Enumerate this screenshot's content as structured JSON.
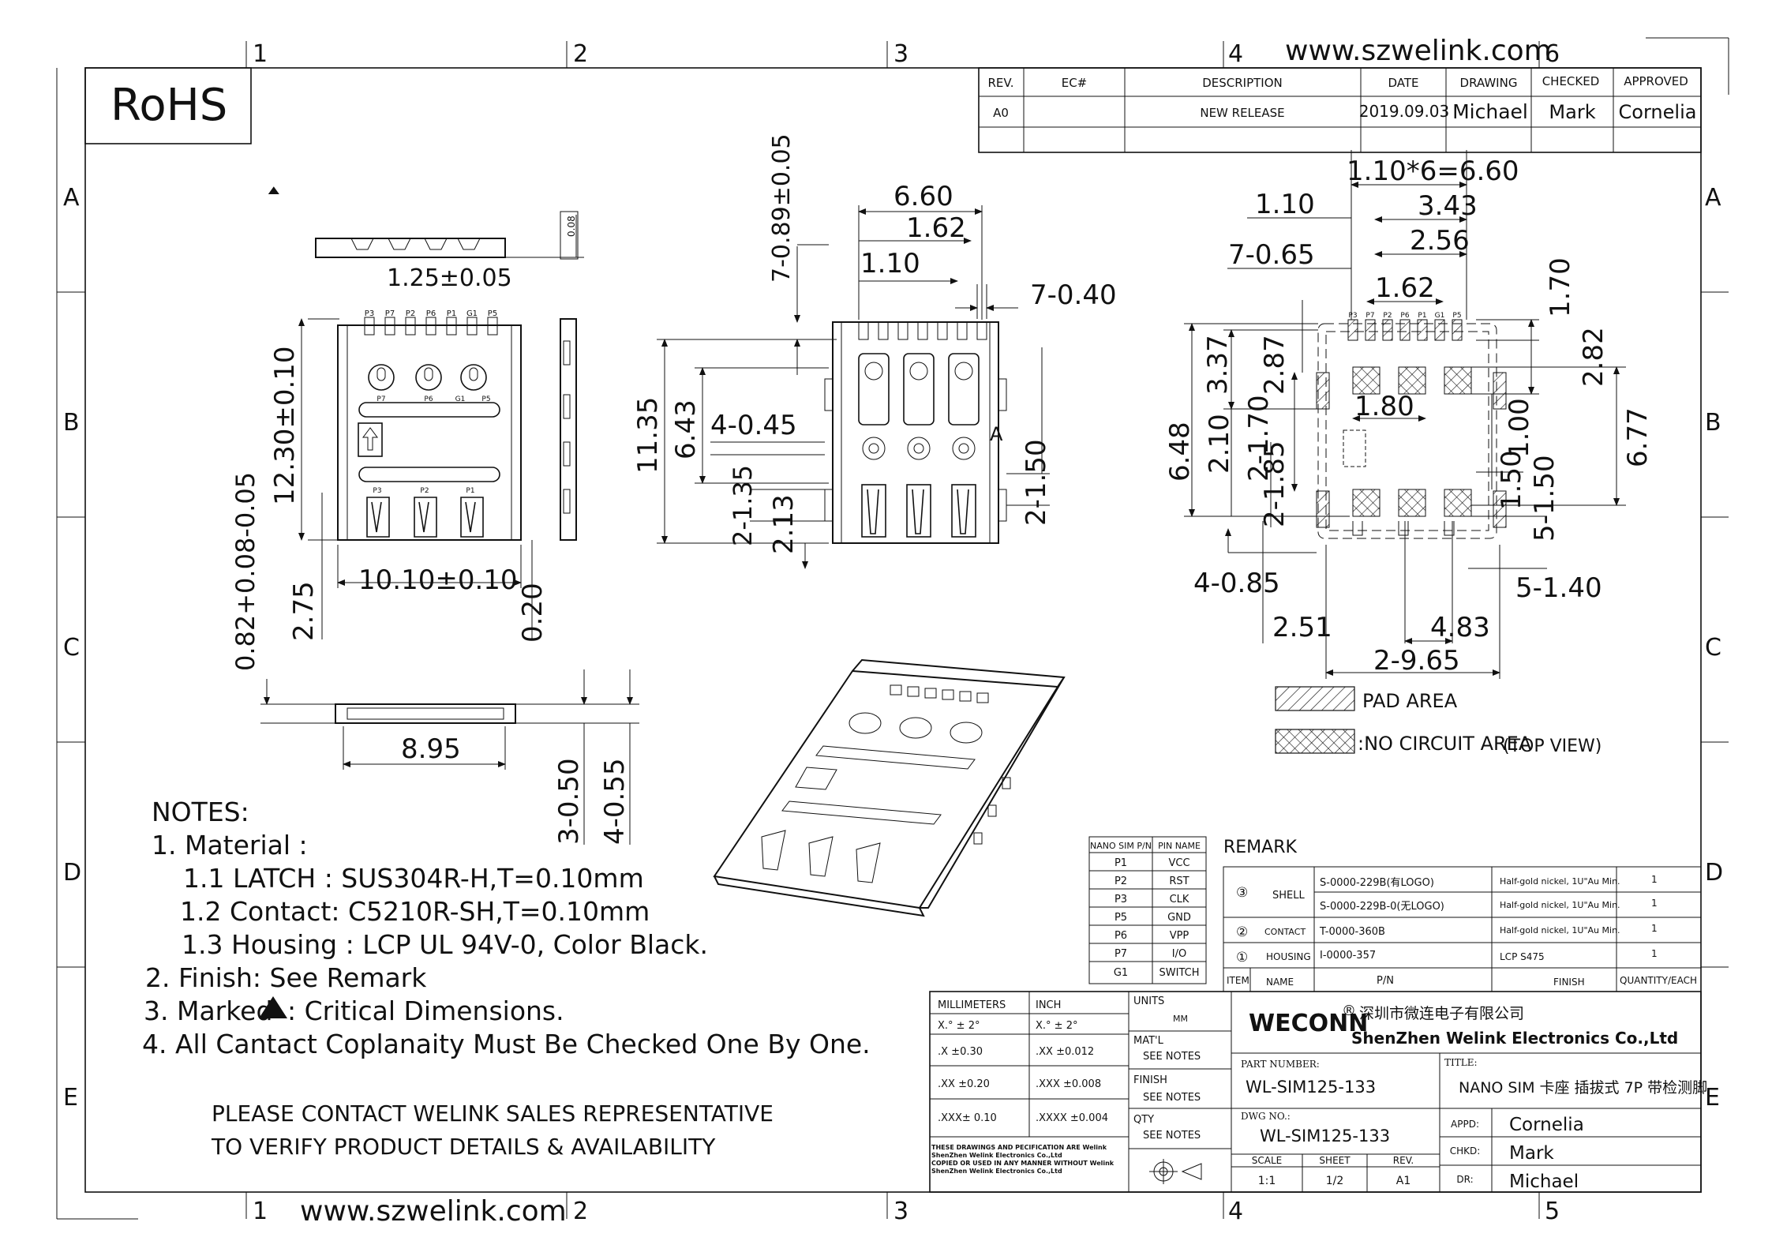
{
  "website": "www.szwelink.com",
  "rohs": "RoHS",
  "border": {
    "columns": [
      "1",
      "2",
      "3",
      "4",
      "5",
      "6"
    ],
    "rows": [
      "A",
      "B",
      "C",
      "D",
      "E"
    ]
  },
  "revision_block": {
    "headers": [
      "REV.",
      "EC#",
      "DESCRIPTION",
      "DATE",
      "DRAWING",
      "CHECKED",
      "APPROVED"
    ],
    "rows": [
      [
        "A0",
        "",
        "NEW RELEASE",
        "2019.09.03",
        "Michael",
        "Mark",
        "Cornelia"
      ]
    ]
  },
  "dimensions": {
    "top_strip": [
      "1.25±0.05",
      "0.08"
    ],
    "top_view": [
      "12.30±0.10",
      "10.10±0.10",
      "2.75",
      "0.20",
      "0.82+0.08-0.05"
    ],
    "top_view_pins": [
      "P3",
      "P7",
      "P2",
      "P6",
      "P1",
      "G1",
      "P5"
    ],
    "top_view_pins_mid": [
      "P7",
      "P6",
      "G1",
      "P5"
    ],
    "top_view_pins_low": [
      "P3",
      "P2",
      "P1"
    ],
    "side_view": [
      "8.95",
      "3-0.50",
      "4-0.55"
    ],
    "bottom_view": [
      "6.60",
      "1.62",
      "1.10",
      "7-0.40",
      "7-0.89±0.05",
      "11.35",
      "6.43",
      "4-0.45",
      "2-1.35",
      "2.13",
      "2-1.50"
    ],
    "bottom_view_mark": "A",
    "footprint": [
      "1.10*6=6.60",
      "1.10",
      "3.43",
      "2.56",
      "7-0.65",
      "1.62",
      "1.70",
      "2.82",
      "3.37",
      "2.87",
      "2-1.70",
      "1.80",
      "1.00",
      "6.48",
      "2.10",
      "6.77",
      "2-1.85",
      "1.50",
      "5-1.50",
      "4-0.85",
      "5-1.40",
      "2.51",
      "4.83",
      "2-9.65"
    ],
    "footprint_pins": [
      "P3",
      "P7",
      "P2",
      "P6",
      "P1",
      "G1",
      "P5"
    ]
  },
  "legend": {
    "pad_area": "PAD AREA",
    "no_circuit_area": ":NO CIRCUIT AREA",
    "view_note": "(TOP VIEW)"
  },
  "notes": [
    "NOTES:",
    "1. Material :",
    "1.1 LATCH : SUS304R-H,T=0.10mm",
    "1.2 Contact: C5210R-SH,T=0.10mm",
    "1.3 Housing : LCP UL 94V-0, Color Black.",
    "2. Finish: See Remark",
    "3. Marked",
    "4. All Cantact Coplanaity Must Be Checked One By One."
  ],
  "note3_suffix": ": Critical Dimensions.",
  "contact_lines": [
    "PLEASE CONTACT WELINK SALES REPRESENTATIVE",
    "TO VERIFY PRODUCT DETAILS & AVAILABILITY"
  ],
  "pin_table": {
    "headers": [
      "NANO SIM P/N",
      "PIN NAME"
    ],
    "rows": [
      [
        "P1",
        "VCC"
      ],
      [
        "P2",
        "RST"
      ],
      [
        "P3",
        "CLK"
      ],
      [
        "P5",
        "GND"
      ],
      [
        "P6",
        "VPP"
      ],
      [
        "P7",
        "I/O"
      ],
      [
        "G1",
        "SWITCH"
      ]
    ]
  },
  "remark": {
    "title": "REMARK",
    "rows": [
      {
        "item": "③",
        "name": "SHELL",
        "pn": "S-0000-229B(有LOGO)",
        "finish": "Half-gold nickel, 1U\"Au Min.",
        "qty": "1"
      },
      {
        "item": "",
        "name": "",
        "pn": "S-0000-229B-0(无LOGO)",
        "finish": "Half-gold nickel, 1U\"Au Min.",
        "qty": "1"
      },
      {
        "item": "②",
        "name": "CONTACT",
        "pn": "T-0000-360B",
        "finish": "Half-gold nickel, 1U\"Au Min.",
        "qty": "1"
      },
      {
        "item": "①",
        "name": "HOUSING",
        "pn": "I-0000-357",
        "finish": "LCP S475",
        "qty": "1"
      }
    ],
    "headers": [
      "ITEM",
      "NAME",
      "P/N",
      "FINISH",
      "QUANTITY/EACH"
    ]
  },
  "title_block": {
    "tol_headers": [
      "MILLIMETERS",
      "INCH"
    ],
    "tol_rows": [
      [
        "X.°  ± 2°",
        "X.°  ± 2°"
      ],
      [
        ".X  ±0.30",
        ".XX  ±0.012"
      ],
      [
        ".XX  ±0.20",
        ".XXX  ±0.008"
      ],
      [
        ".XXX± 0.10",
        ".XXXX ±0.004"
      ]
    ],
    "units_label": "UNITS",
    "units_value": "MM",
    "material_label": "MAT'L",
    "material_value": "SEE NOTES",
    "finish_label": "FINISH",
    "finish_value": "SEE NOTES",
    "qty_label": "QTY",
    "qty_value": "SEE NOTES",
    "disclaimer": [
      "THESE DRAWINGS AND PECIFICATION ARE Welink",
      "ShenZhen Welink Electronics Co.,Ltd",
      " COPIED OR USED IN ANY MANNER WITHOUT Welink",
      "ShenZhen Welink Electronics Co.,Ltd"
    ],
    "company_brand": "WECONN",
    "company_reg": "®",
    "company_cn": "深圳市微连电子有限公司",
    "company_en": "ShenZhen Welink Electronics Co.,Ltd",
    "part_number_label": "PART NUMBER:",
    "part_number": "WL-SIM125-133",
    "title_label": "TITLE:",
    "title": "NANO SIM 卡座 插拔式 7P 带检测脚",
    "dwg_label": "DWG NO.:",
    "dwg_no": "WL-SIM125-133",
    "scale_label": "SCALE",
    "scale": "1:1",
    "sheet_label": "SHEET",
    "sheet": "1/2",
    "rev_label": "REV.",
    "rev": "A1",
    "appd_label": "APPD:",
    "appd": "Cornelia",
    "chkd_label": "CHKD:",
    "chkd": "Mark",
    "dr_label": "DR:",
    "dr": "Michael"
  }
}
